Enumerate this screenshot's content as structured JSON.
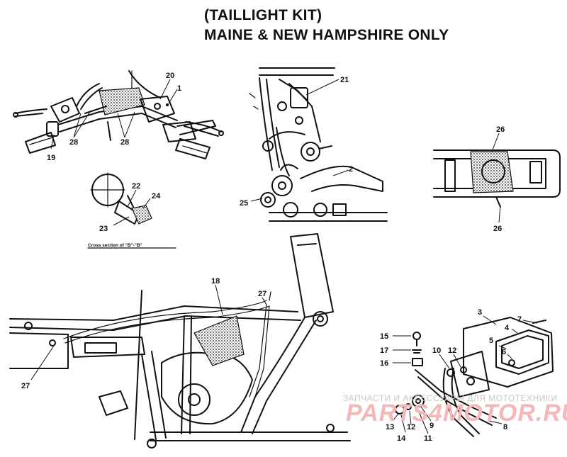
{
  "title_line1": "(TAILLIGHT KIT)",
  "title_line2": "MAINE & NEW HAMPSHIRE ONLY",
  "cross_section_caption": "Cross section of \"B\"-\"B\"",
  "watermark": {
    "line1": "ЗАПЧАСТИ И АКСЕССУАРЫ ДЛЯ МОТОТЕХНИКИ",
    "line2": "PARTS4MOTOR.RU"
  },
  "callouts": {
    "handlebar": [
      "20",
      "1",
      "19",
      "28",
      "28"
    ],
    "cross_section": [
      "22",
      "24",
      "23"
    ],
    "side_view": [
      "21",
      "2",
      "25"
    ],
    "rear_view": [
      "26",
      "26"
    ],
    "frame": [
      "18",
      "27",
      "27"
    ],
    "taillight": [
      "3",
      "7",
      "4",
      "5",
      "6",
      "15",
      "17",
      "16",
      "10",
      "12",
      "8",
      "13",
      "12",
      "9",
      "14",
      "11"
    ]
  },
  "colors": {
    "ink": "#111111",
    "watermark_gray": "#c8c8c8",
    "watermark_red": "#f4b8b8"
  }
}
